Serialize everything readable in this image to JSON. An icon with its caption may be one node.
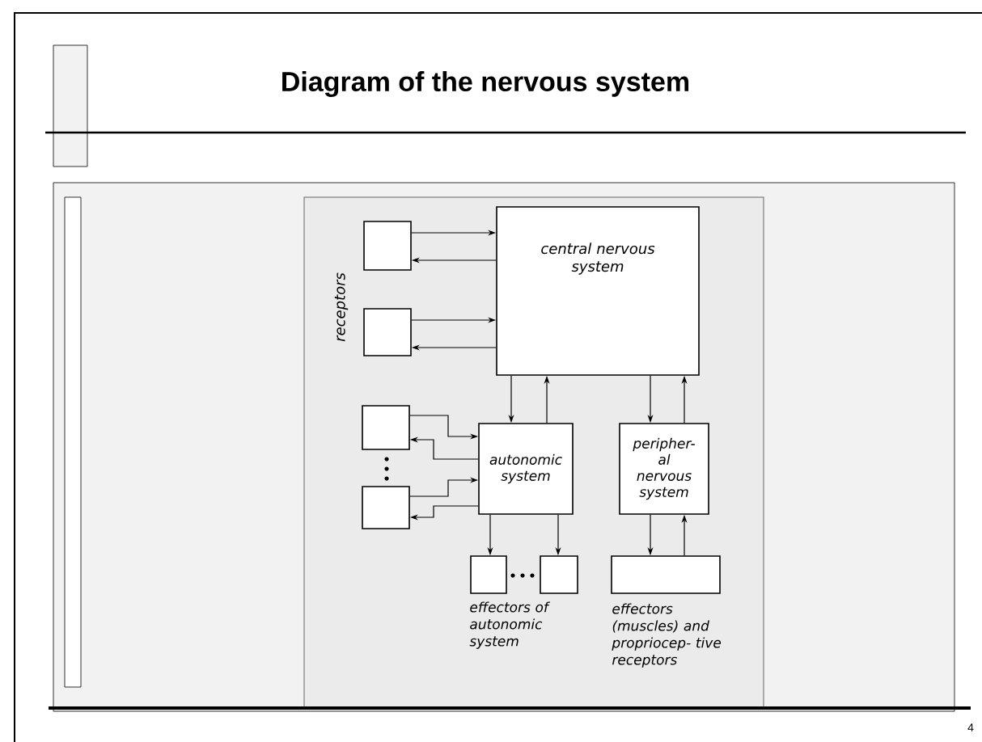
{
  "diagram": {
    "title": "Diagram of the nervous system",
    "nodes": [
      {
        "text": [
          "central nervous system"
        ]
      },
      {
        "text": [],
        "shape": "box"
      },
      {
        "text": [],
        "shape": "box"
      },
      {
        "text": [],
        "shape": "box"
      },
      {
        "text": [],
        "shape": "box"
      },
      {
        "text": [
          "autonomic system"
        ]
      },
      {
        "text": [
          "peripher- al nervous system"
        ]
      },
      {
        "text": [],
        "shape": "box"
      },
      {
        "text": [],
        "shape": "box"
      },
      {
        "text": [],
        "shape": "box",
        "beside": [
          "effectors (muscles) and propriocep- tive receptors"
        ]
      }
    ],
    "edges": [
      {
        "from": 1,
        "to": 0,
        "arrow": "to"
      },
      {
        "from": 0,
        "to": 1,
        "arrow": "to"
      },
      {
        "from": 2,
        "to": 0,
        "arrow": "to"
      },
      {
        "from": 0,
        "to": 2,
        "arrow": "to"
      },
      {
        "from": 3,
        "to": 5,
        "arrow": "to"
      },
      {
        "from": 5,
        "to": 3,
        "arrow": "to"
      },
      {
        "from": 4,
        "to": 5,
        "arrow": "to"
      },
      {
        "from": 5,
        "to": 4,
        "arrow": "to"
      },
      {
        "from": 0,
        "to": 5,
        "arrow": "to"
      },
      {
        "from": 5,
        "to": 0,
        "arrow": "to"
      },
      {
        "from": 0,
        "to": 6,
        "arrow": "to"
      },
      {
        "from": 6,
        "to": 0,
        "arrow": "to"
      },
      {
        "from": 5,
        "to": 7,
        "arrow": "to"
      },
      {
        "from": 5,
        "to": 8,
        "arrow": "to"
      },
      {
        "from": 6,
        "to": 9,
        "arrow": "to"
      },
      {
        "from": 9,
        "to": 6,
        "arrow": "to"
      }
    ],
    "labels": [
      "receptors",
      "effectors of autonomic system",
      "4"
    ]
  }
}
